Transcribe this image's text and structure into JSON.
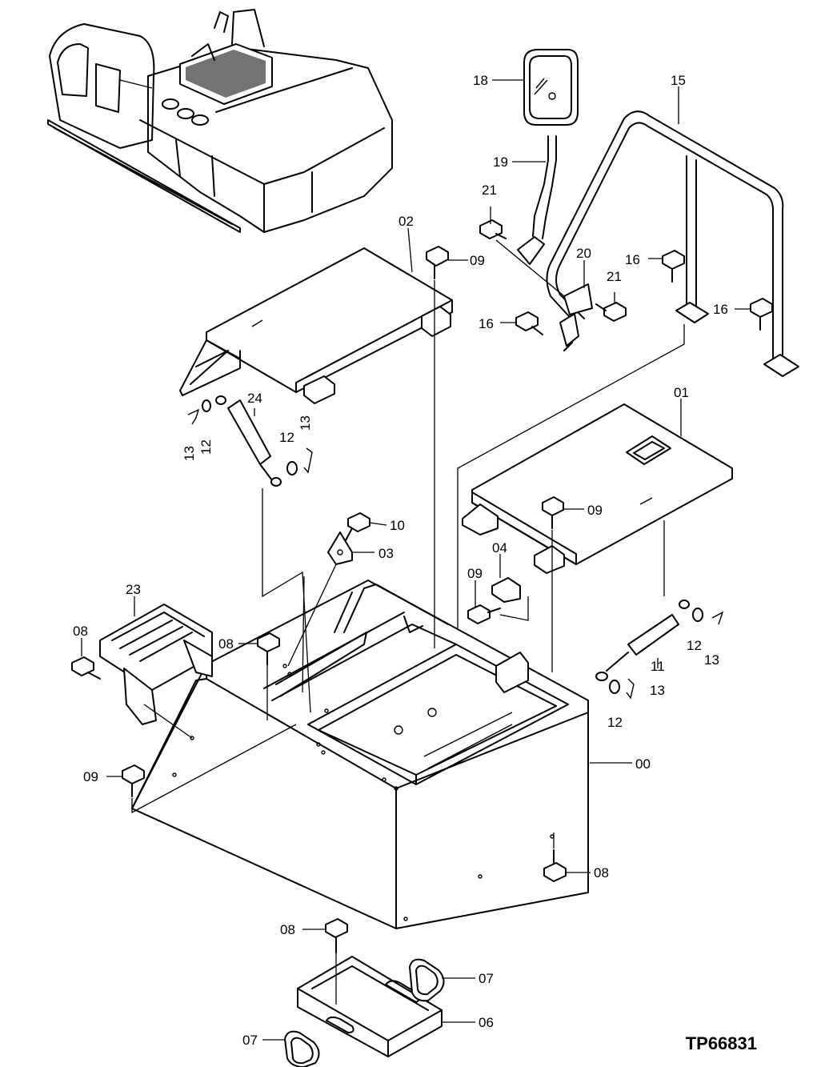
{
  "drawing_number": "TP66831",
  "part_labels": {
    "p00": "00",
    "p01": "01",
    "p02": "02",
    "p03": "03",
    "p04": "04",
    "p06": "06",
    "p07a": "07",
    "p07b": "07",
    "p08a": "08",
    "p08b": "08",
    "p08c": "08",
    "p08d": "08",
    "p09a": "09",
    "p09b": "09",
    "p09c": "09",
    "p09d": "09",
    "p10": "10",
    "p11": "11",
    "p12a": "12",
    "p12b": "12",
    "p12c": "12",
    "p12d": "12",
    "p13a": "13",
    "p13b": "13",
    "p13c": "13",
    "p13d": "13",
    "p15": "15",
    "p16a": "16",
    "p16b": "16",
    "p16c": "16",
    "p18": "18",
    "p19": "19",
    "p20": "20",
    "p21a": "21",
    "p21b": "21",
    "p23": "23",
    "p24": "24"
  }
}
